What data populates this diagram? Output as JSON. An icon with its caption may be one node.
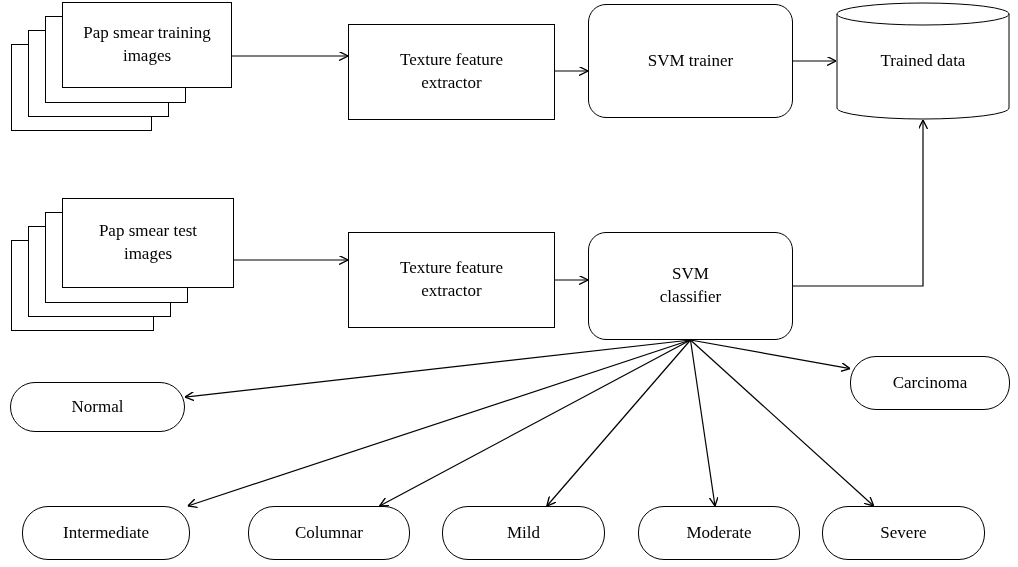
{
  "diagram": {
    "nodes": [
      {
        "text": [
          "Pap smear training images"
        ]
      },
      {
        "text": [
          "Texture feature extractor"
        ]
      },
      {
        "text": [
          "SVM trainer"
        ]
      },
      {
        "text": [
          "Trained data"
        ]
      },
      {
        "text": [
          "Pap smear test images"
        ]
      },
      {
        "text": [
          "Texture feature extractor"
        ]
      },
      {
        "text": [
          "SVM classifier"
        ]
      },
      {
        "text": [
          "Normal"
        ]
      },
      {
        "text": [
          "Carcinoma"
        ]
      },
      {
        "text": [
          "Intermediate"
        ]
      },
      {
        "text": [
          "Columnar"
        ]
      },
      {
        "text": [
          "Mild"
        ]
      },
      {
        "text": [
          "Moderate"
        ]
      },
      {
        "text": [
          "Severe"
        ]
      }
    ],
    "edges": [
      {
        "from": 0,
        "to": 1,
        "arrow": "to"
      },
      {
        "from": 1,
        "to": 2,
        "arrow": "to"
      },
      {
        "from": 2,
        "to": 3,
        "arrow": "to"
      },
      {
        "from": 4,
        "to": 5,
        "arrow": "to"
      },
      {
        "from": 5,
        "to": 6,
        "arrow": "to"
      },
      {
        "from": 3,
        "to": 6,
        "arrow": "both"
      },
      {
        "from": 6,
        "to": 7,
        "arrow": "to"
      },
      {
        "from": 6,
        "to": 8,
        "arrow": "to"
      },
      {
        "from": 6,
        "to": 9,
        "arrow": "to"
      },
      {
        "from": 6,
        "to": 10,
        "arrow": "to"
      },
      {
        "from": 6,
        "to": 11,
        "arrow": "to"
      },
      {
        "from": 6,
        "to": 12,
        "arrow": "to"
      },
      {
        "from": 6,
        "to": 13,
        "arrow": "to"
      }
    ]
  }
}
